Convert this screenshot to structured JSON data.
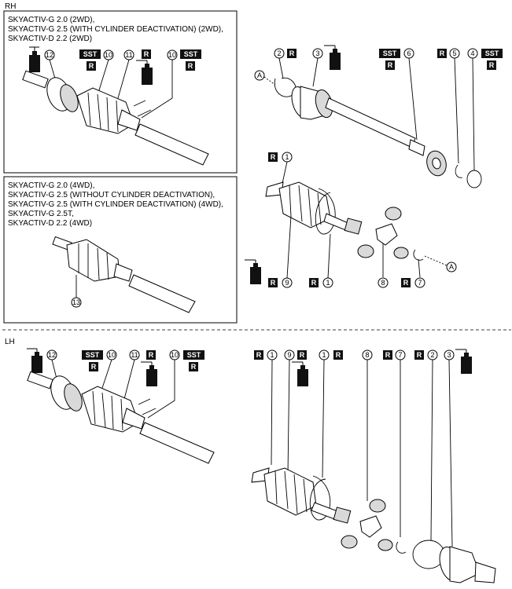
{
  "sections": {
    "rh": "RH",
    "lh": "LH"
  },
  "rh_box1_variants": [
    "SKYACTIV-G 2.0 (2WD),",
    "SKYACTIV-G 2.5 (WITH CYLINDER DEACTIVATION) (2WD),",
    "SKYACTIV-D 2.2 (2WD)"
  ],
  "rh_box2_variants": [
    "SKYACTIV-G 2.0 (4WD),",
    "SKYACTIV-G 2.5 (WITHOUT CYLINDER DEACTIVATION),",
    "SKYACTIV-G 2.5 (WITH CYLINDER DEACTIVATION) (4WD),",
    "SKYACTIV-G 2.5T,",
    "SKYACTIV-D 2.2 (4WD)"
  ],
  "tags": {
    "sst": "SST",
    "r": "R",
    "grease": "GREASE"
  },
  "detail_ref": "A",
  "part_numbers": {
    "n1": "1",
    "n2": "2",
    "n3": "3",
    "n4": "4",
    "n5": "5",
    "n6": "6",
    "n7": "7",
    "n8": "8",
    "n9": "9",
    "n10": "10",
    "n11": "11",
    "n12": "12",
    "n13": "13"
  },
  "colors": {
    "tag_background": "#111111",
    "tag_text": "#ffffff",
    "line": "#000000",
    "part_shade": "#d9d9d9"
  }
}
